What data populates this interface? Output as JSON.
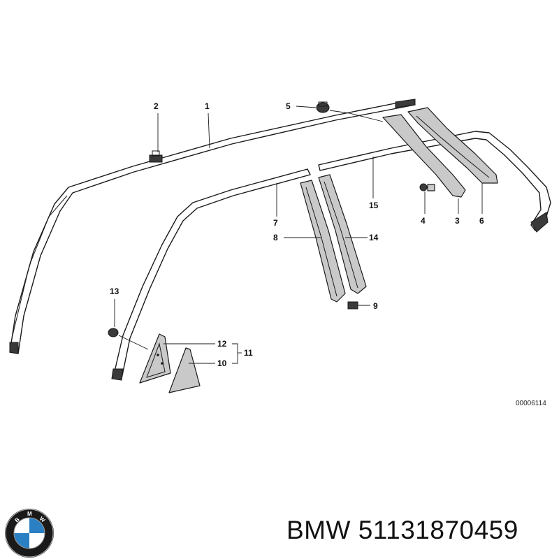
{
  "diagram": {
    "ref_code": "00006114",
    "callouts": [
      {
        "id": "1",
        "text": "1"
      },
      {
        "id": "2",
        "text": "2"
      },
      {
        "id": "3",
        "text": "3"
      },
      {
        "id": "4",
        "text": "4"
      },
      {
        "id": "5",
        "text": "5"
      },
      {
        "id": "6",
        "text": "6"
      },
      {
        "id": "7",
        "text": "7"
      },
      {
        "id": "8",
        "text": "8"
      },
      {
        "id": "9",
        "text": "9"
      },
      {
        "id": "10",
        "text": "10"
      },
      {
        "id": "11",
        "text": "11"
      },
      {
        "id": "12",
        "text": "12"
      },
      {
        "id": "13",
        "text": "13"
      },
      {
        "id": "14",
        "text": "14"
      },
      {
        "id": "15",
        "text": "15"
      }
    ]
  },
  "footer": {
    "brand": "BMW",
    "part_number": "51131870459",
    "logo_letters": "BMW",
    "colors": {
      "logo_blue": "#2b7fc3",
      "logo_ring": "#1a1a1a"
    }
  }
}
